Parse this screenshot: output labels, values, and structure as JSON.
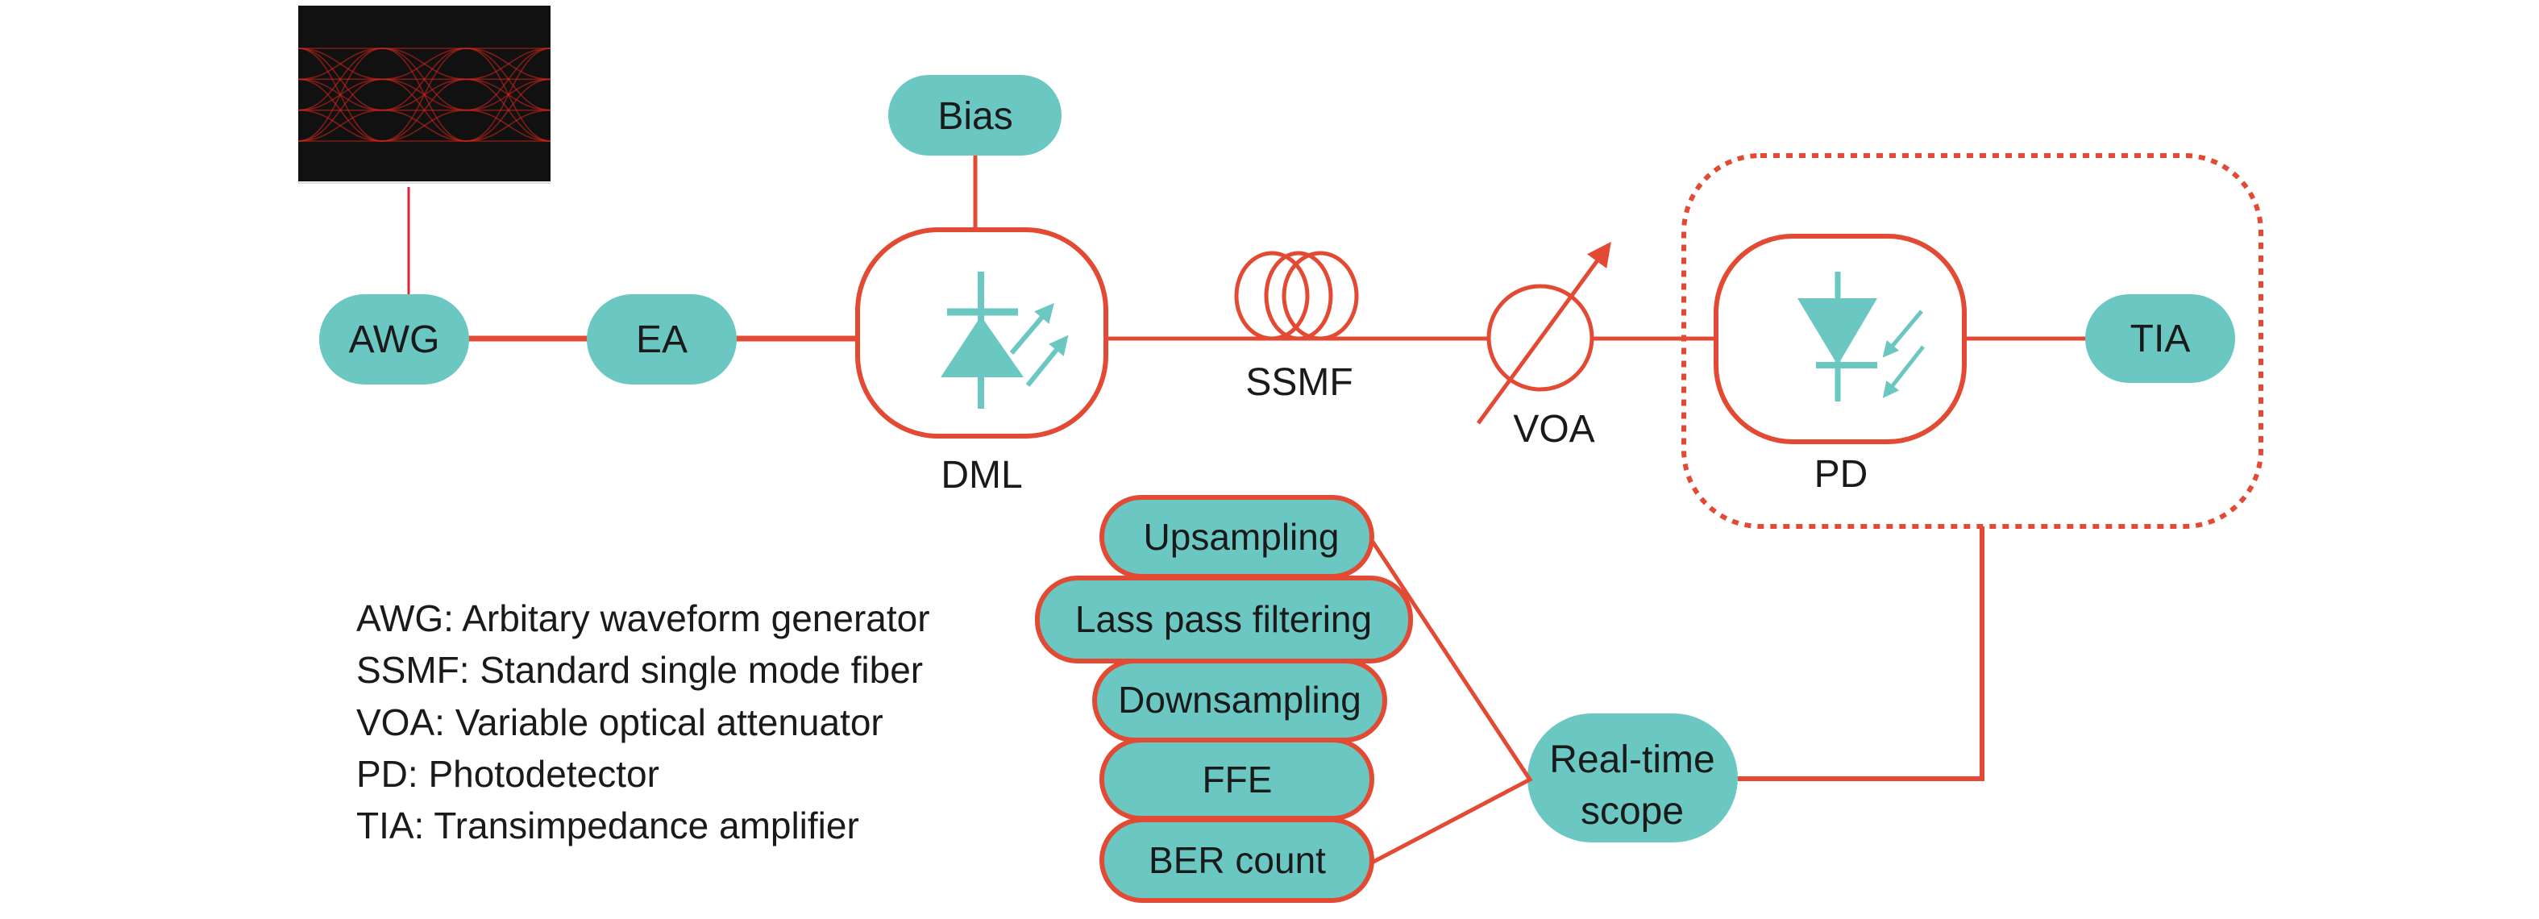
{
  "colors": {
    "wire": "#E34A33",
    "node_fill": "#6BC7C2",
    "text": "#1a1a1a",
    "eye_background": "#111111",
    "eye_trace": "#d9261c"
  },
  "eye_diagram": {
    "description": "PAM4 eye diagram inset",
    "levels": 4
  },
  "nodes": {
    "awg": "AWG",
    "ea": "EA",
    "bias": "Bias",
    "tia": "TIA",
    "scope_line1": "Real-time",
    "scope_line2": "scope"
  },
  "components": {
    "dml": "DML",
    "ssmf": "SSMF",
    "voa": "VOA",
    "pd": "PD"
  },
  "dsp_stack": [
    "Upsampling",
    "Lass pass filtering",
    "Downsampling",
    "FFE",
    "BER count"
  ],
  "legend": [
    "AWG: Arbitary waveform generator",
    "SSMF: Standard single mode fiber",
    "VOA: Variable optical attenuator",
    "PD: Photodetector",
    "TIA: Transimpedance amplifier"
  ]
}
